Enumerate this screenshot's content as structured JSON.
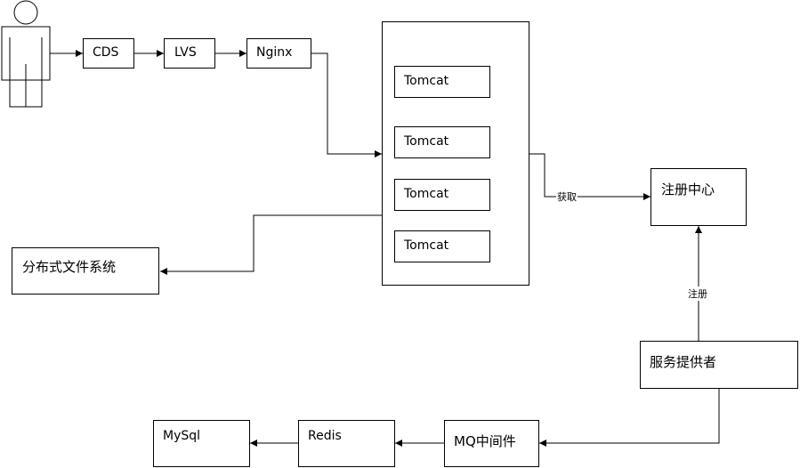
{
  "nodes": {
    "cds": "CDS",
    "lvs": "LVS",
    "nginx": "Nginx",
    "tomcat": [
      "Tomcat",
      "Tomcat",
      "Tomcat",
      "Tomcat"
    ],
    "registry": "注册中心",
    "dfs": "分布式文件系统",
    "provider": "服务提供者",
    "mq": "MQ中间件",
    "redis": "Redis",
    "mysql": "MySql"
  },
  "edges": {
    "fetch": "获取",
    "register": "注册"
  }
}
